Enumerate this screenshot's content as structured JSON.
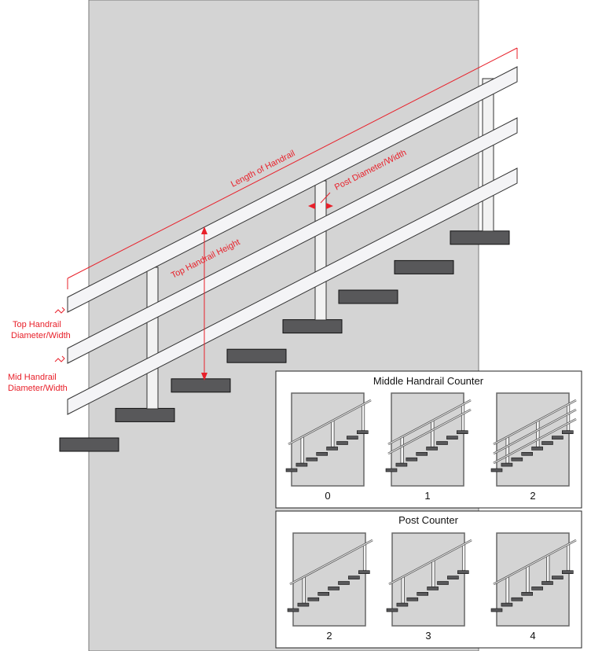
{
  "annotations": {
    "length": "Length of Handrail",
    "height": "Top Handrail Height",
    "post_diameter": "Post Diameter/Width",
    "top_diameter_1": "Top Handrail",
    "top_diameter_2": "Diameter/Width",
    "mid_diameter_1": "Mid Handrail",
    "mid_diameter_2": "Diameter/Width"
  },
  "panels": [
    {
      "title": "Middle Handrail Counter",
      "kind": "mid",
      "options": [
        {
          "label": "0",
          "mid": 0,
          "posts": 3
        },
        {
          "label": "1",
          "mid": 1,
          "posts": 3
        },
        {
          "label": "2",
          "mid": 2,
          "posts": 3
        }
      ]
    },
    {
      "title": "Post Counter",
      "kind": "post",
      "options": [
        {
          "label": "2",
          "mid": 0,
          "posts": 2
        },
        {
          "label": "3",
          "mid": 0,
          "posts": 3
        },
        {
          "label": "4",
          "mid": 0,
          "posts": 4
        }
      ]
    }
  ],
  "colors": {
    "wall": "#d4d4d4",
    "step": "#58585a",
    "annotation": "#e8202a",
    "rail": "#f4f4f6"
  }
}
